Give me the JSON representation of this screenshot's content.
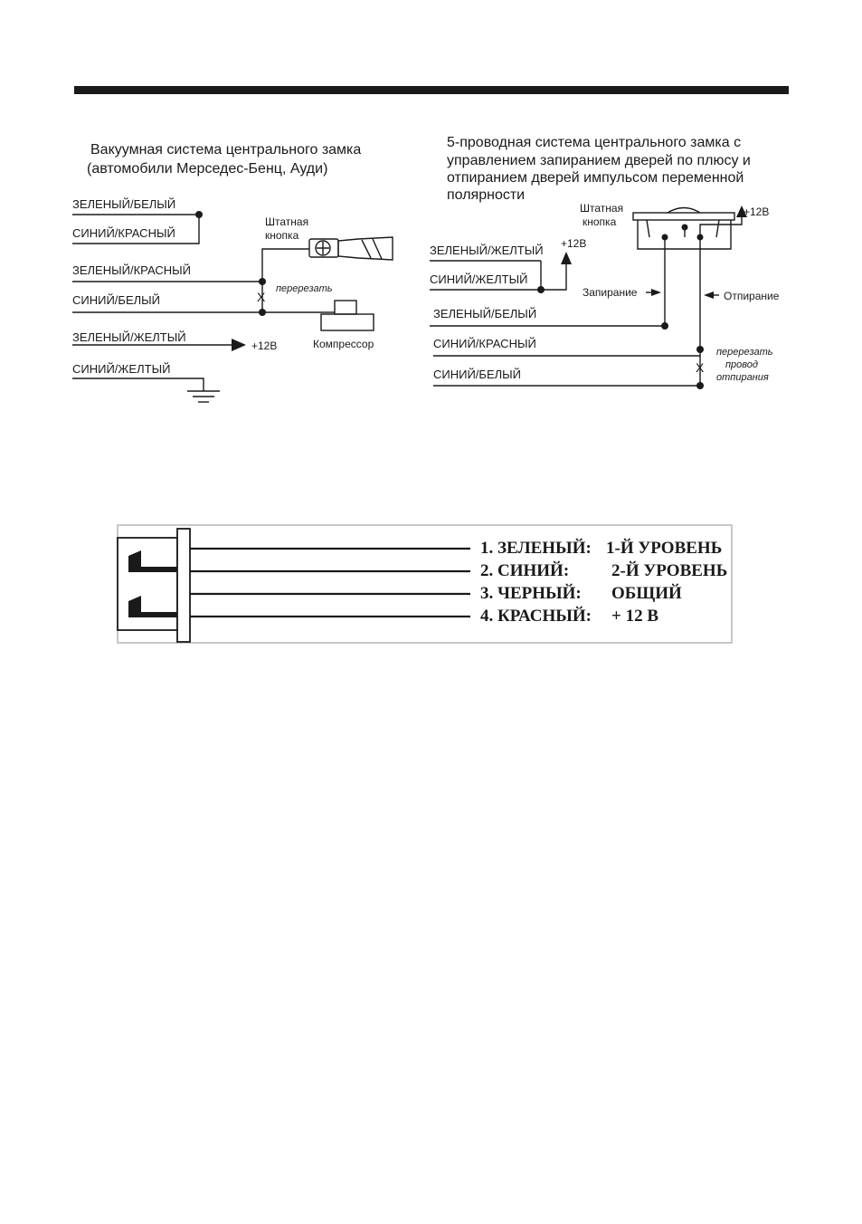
{
  "vacuum": {
    "title": [
      "Вакуумная система центрального замка",
      "(автомобили Мерседес-Бенц, Ауди)"
    ],
    "wires": [
      "ЗЕЛЕНЫЙ/БЕЛЫЙ",
      "СИНИЙ/КРАСНЫЙ",
      "ЗЕЛЕНЫЙ/КРАСНЫЙ",
      "СИНИЙ/БЕЛЫЙ",
      "ЗЕЛЕНЫЙ/ЖЕЛТЫЙ",
      "СИНИЙ/ЖЕЛТЫЙ"
    ],
    "button_label": [
      "Штатная",
      "кнопка"
    ],
    "cut_label": "перерезать",
    "plus12": "+12В",
    "compressor": "Компрессор"
  },
  "five_wire": {
    "title": [
      "5-проводная система центрального замка с",
      "управлением запиранием дверей по плюсу и",
      "отпиранием дверей импульсом переменной",
      "полярности"
    ],
    "wires": [
      "ЗЕЛЕНЫЙ/ЖЕЛТЫЙ",
      "СИНИЙ/ЖЕЛТЫЙ",
      "ЗЕЛЕНЫЙ/БЕЛЫЙ",
      "СИНИЙ/КРАСНЫЙ",
      "СИНИЙ/БЕЛЫЙ"
    ],
    "button_label": [
      "Штатная",
      "кнопка"
    ],
    "plus12_top": "+12В",
    "plus12_left": "+12В",
    "lock": "Запирание",
    "unlock": "Отпирание",
    "cut_note": [
      "перерезать",
      "провод",
      "отпирания"
    ]
  },
  "connector": {
    "items": [
      {
        "name": "1. ЗЕЛЕНЫЙ:",
        "value": "1-Й УРОВЕНЬ"
      },
      {
        "name": "2. СИНИЙ:",
        "value": "2-Й УРОВЕНЬ"
      },
      {
        "name": "3. ЧЕРНЫЙ:",
        "value": "ОБЩИЙ"
      },
      {
        "name": "4. КРАСНЫЙ:",
        "value": "+ 12 В"
      }
    ]
  }
}
